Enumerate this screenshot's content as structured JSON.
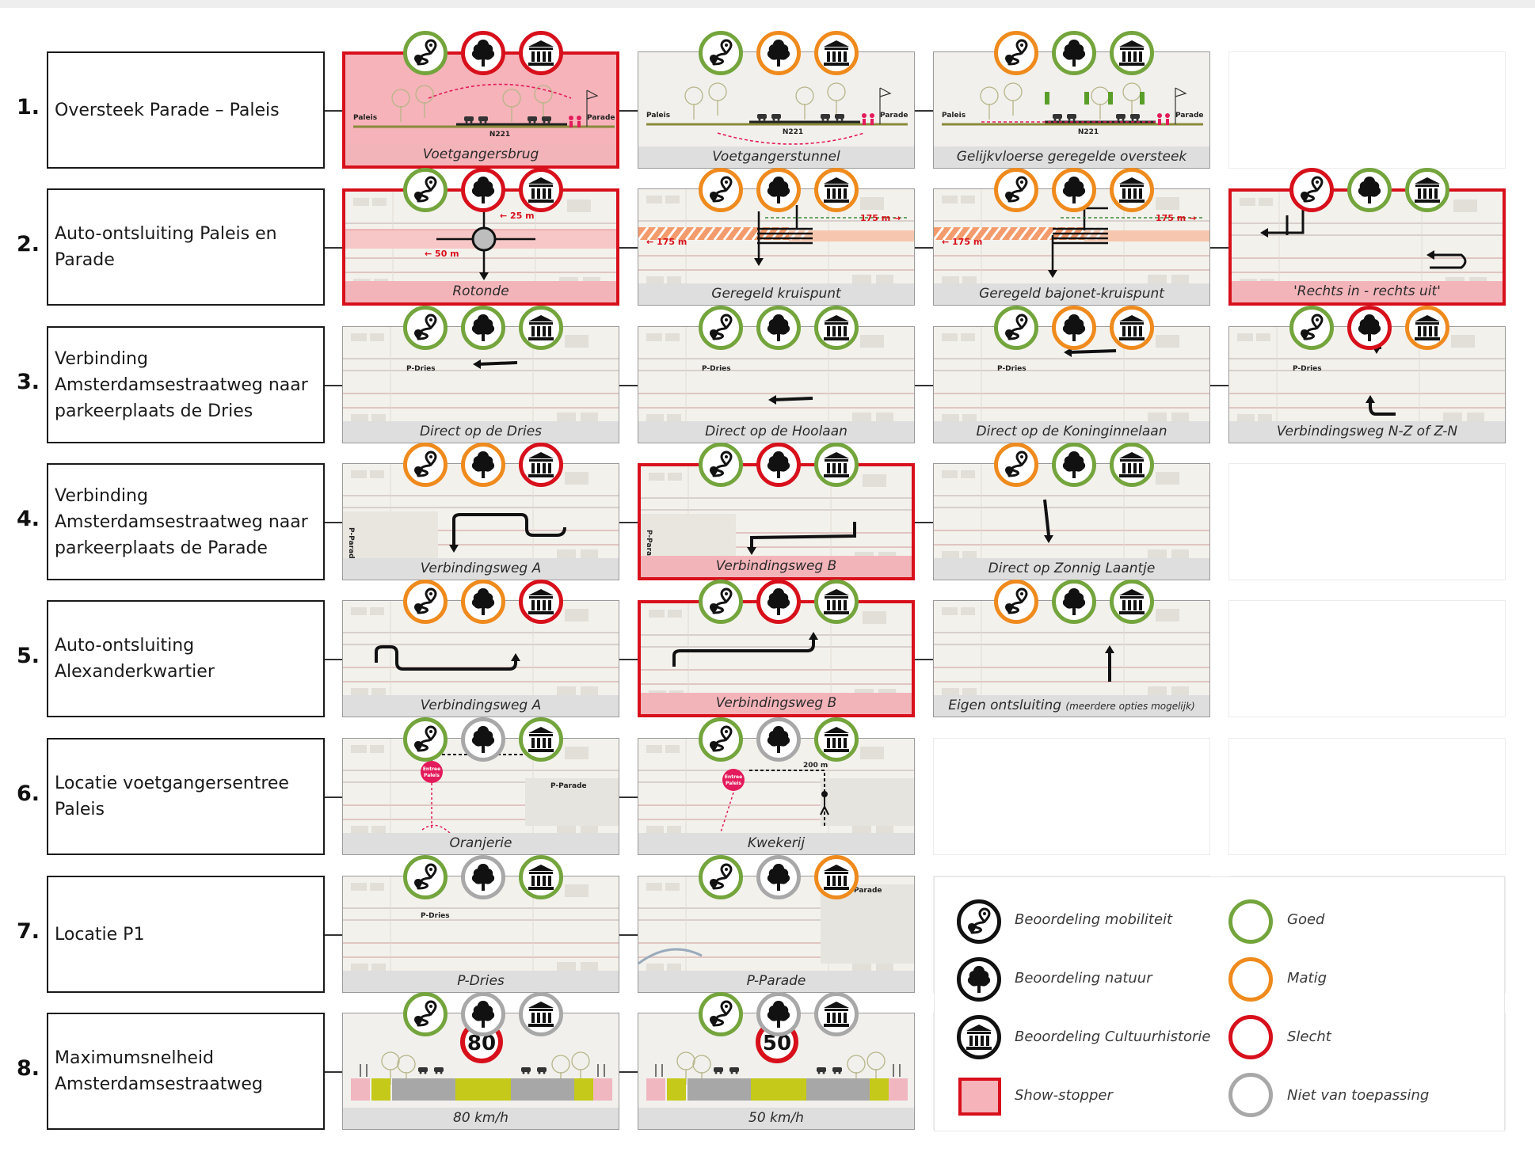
{
  "colors": {
    "goed": "#74a53d",
    "matig": "#ef8a1d",
    "slecht": "#d7101b",
    "nvt": "#a8a8a8",
    "show_stopper_fill": "#f6b3b9",
    "show_stopper_border": "#d7101b"
  },
  "icons": {
    "mobiliteit": "mobility-pin-icon",
    "natuur": "tree-icon",
    "cultuurhistorie": "heritage-building-icon"
  },
  "rows": [
    {
      "number": "1.",
      "title": "Oversteek Parade – Paleis",
      "options": [
        {
          "caption": "Voetgangersbrug",
          "mobiliteit": "goed",
          "natuur": "slecht",
          "cultuurhistorie": "slecht",
          "show_stopper": true,
          "illustration": "section-bridge"
        },
        {
          "caption": "Voetgangerstunnel",
          "mobiliteit": "goed",
          "natuur": "matig",
          "cultuurhistorie": "matig",
          "show_stopper": false,
          "illustration": "section-tunnel"
        },
        {
          "caption": "Gelijkvloerse geregelde oversteek",
          "mobiliteit": "matig",
          "natuur": "goed",
          "cultuurhistorie": "goed",
          "show_stopper": false,
          "illustration": "section-crossing"
        },
        null
      ]
    },
    {
      "number": "2.",
      "title": "Auto-ontsluiting Paleis en Parade",
      "options": [
        {
          "caption": "Rotonde",
          "mobiliteit": "goed",
          "natuur": "slecht",
          "cultuurhistorie": "slecht",
          "show_stopper": true,
          "illustration": "map-roundabout",
          "map_labels": [
            "← 50 m",
            "← 25 m"
          ]
        },
        {
          "caption": "Geregeld kruispunt",
          "mobiliteit": "matig",
          "natuur": "matig",
          "cultuurhistorie": "matig",
          "show_stopper": false,
          "illustration": "map-junction",
          "map_labels": [
            "175 m →",
            "← 175 m"
          ]
        },
        {
          "caption": "Geregeld bajonet-kruispunt",
          "mobiliteit": "matig",
          "natuur": "matig",
          "cultuurhistorie": "matig",
          "show_stopper": false,
          "illustration": "map-bajonet",
          "map_labels": [
            "175 m →",
            "← 175 m"
          ]
        },
        {
          "caption": "'Rechts in - rechts uit'",
          "mobiliteit": "slecht",
          "natuur": "goed",
          "cultuurhistorie": "goed",
          "show_stopper": true,
          "illustration": "map-riro"
        }
      ]
    },
    {
      "number": "3.",
      "title": "Verbinding\nAmsterdamsestraatweg naar\nparkeerplaats de Dries",
      "options": [
        {
          "caption": "Direct op de Dries",
          "mobiliteit": "goed",
          "natuur": "goed",
          "cultuurhistorie": "goed",
          "show_stopper": false,
          "illustration": "map-arrow-left",
          "map_labels": [
            "P-Dries"
          ]
        },
        {
          "caption": "Direct op de Hoolaan",
          "mobiliteit": "goed",
          "natuur": "goed",
          "cultuurhistorie": "goed",
          "show_stopper": false,
          "illustration": "map-arrow-left-low",
          "map_labels": [
            "P-Dries"
          ]
        },
        {
          "caption": "Direct op de Koninginnelaan",
          "mobiliteit": "goed",
          "natuur": "matig",
          "cultuurhistorie": "matig",
          "show_stopper": false,
          "illustration": "map-arrow-left-high",
          "map_labels": [
            "P-Dries"
          ]
        },
        {
          "caption": "Verbindingsweg N-Z of Z-N",
          "mobiliteit": "goed",
          "natuur": "slecht",
          "cultuurhistorie": "matig",
          "show_stopper": false,
          "illustration": "map-arrow-uturn",
          "map_labels": [
            "P-Dries"
          ]
        }
      ]
    },
    {
      "number": "4.",
      "title": "Verbinding\nAmsterdamsestraatweg naar\nparkeerplaats de Parade",
      "options": [
        {
          "caption": "Verbindingsweg A",
          "mobiliteit": "matig",
          "natuur": "matig",
          "cultuurhistorie": "slecht",
          "show_stopper": false,
          "illustration": "map-route-a",
          "map_labels": [
            "P-Parade"
          ]
        },
        {
          "caption": "Verbindingsweg B",
          "mobiliteit": "goed",
          "natuur": "slecht",
          "cultuurhistorie": "goed",
          "show_stopper": true,
          "illustration": "map-route-b",
          "map_labels": [
            "P-Parade"
          ]
        },
        {
          "caption": "Direct op Zonnig Laantje",
          "mobiliteit": "matig",
          "natuur": "goed",
          "cultuurhistorie": "goed",
          "show_stopper": false,
          "illustration": "map-arrow-down"
        },
        null
      ]
    },
    {
      "number": "5.",
      "title": "Auto-ontsluiting\nAlexanderkwartier",
      "options": [
        {
          "caption": "Verbindingsweg A",
          "mobiliteit": "matig",
          "natuur": "matig",
          "cultuurhistorie": "slecht",
          "show_stopper": false,
          "illustration": "map-route-5a"
        },
        {
          "caption": "Verbindingsweg B",
          "mobiliteit": "goed",
          "natuur": "slecht",
          "cultuurhistorie": "goed",
          "show_stopper": true,
          "illustration": "map-route-5b"
        },
        {
          "caption": "Eigen ontsluiting",
          "caption_note": "(meerdere opties mogelijk)",
          "mobiliteit": "matig",
          "natuur": "goed",
          "cultuurhistorie": "goed",
          "show_stopper": false,
          "illustration": "map-arrow-up"
        },
        null
      ]
    },
    {
      "number": "6.",
      "title": "Locatie voetgangersentree\nPaleis",
      "options": [
        {
          "caption": "Oranjerie",
          "mobiliteit": "goed",
          "natuur": "nvt",
          "cultuurhistorie": "goed",
          "show_stopper": false,
          "illustration": "map-entree-oranjerie",
          "map_labels": [
            "Entree Paleis",
            "P-Parade"
          ]
        },
        {
          "caption": "Kwekerij",
          "mobiliteit": "goed",
          "natuur": "nvt",
          "cultuurhistorie": "goed",
          "show_stopper": false,
          "illustration": "map-entree-kwekerij",
          "map_labels": [
            "Entree Paleis",
            "200 m"
          ]
        },
        null,
        null
      ]
    },
    {
      "number": "7.",
      "title": "Locatie P1",
      "options": [
        {
          "caption": "P-Dries",
          "mobiliteit": "goed",
          "natuur": "nvt",
          "cultuurhistorie": "goed",
          "show_stopper": false,
          "illustration": "map-plain",
          "map_labels": [
            "P-Dries"
          ]
        },
        {
          "caption": "P-Parade",
          "mobiliteit": "goed",
          "natuur": "nvt",
          "cultuurhistorie": "matig",
          "show_stopper": false,
          "illustration": "map-plain-2",
          "map_labels": [
            "Parade"
          ]
        },
        null,
        null
      ]
    },
    {
      "number": "8.",
      "title": "Maximumsnelheid\nAmsterdamsestraatweg",
      "options": [
        {
          "caption": "80 km/h",
          "mobiliteit": "goed",
          "natuur": "nvt",
          "cultuurhistorie": "nvt",
          "show_stopper": false,
          "illustration": "speed-section",
          "speed_sign": "80"
        },
        {
          "caption": "50 km/h",
          "mobiliteit": "goed",
          "natuur": "nvt",
          "cultuurhistorie": "nvt",
          "show_stopper": false,
          "illustration": "speed-section",
          "speed_sign": "50"
        },
        null,
        null
      ]
    }
  ],
  "section_labels": {
    "paleis": "Paleis",
    "parade": "Parade",
    "road": "N221"
  },
  "legend": {
    "criteria": [
      {
        "icon": "mobiliteit",
        "label": "Beoordeling mobiliteit"
      },
      {
        "icon": "natuur",
        "label": "Beoordeling natuur"
      },
      {
        "icon": "cultuurhistorie",
        "label": "Beoordeling Cultuurhistorie"
      },
      {
        "icon": "show-stopper",
        "label": "Show-stopper"
      }
    ],
    "ratings": [
      {
        "key": "goed",
        "label": "Goed"
      },
      {
        "key": "matig",
        "label": "Matig"
      },
      {
        "key": "slecht",
        "label": "Slecht"
      },
      {
        "key": "nvt",
        "label": "Niet van toepassing"
      }
    ]
  }
}
